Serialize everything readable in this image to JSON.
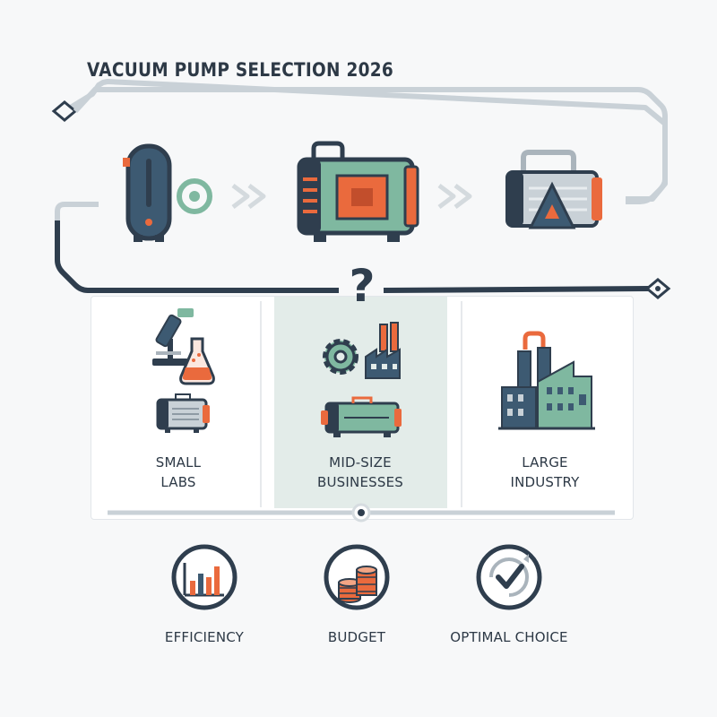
{
  "title": "VACUUM PUMP SELECTION 2026",
  "center_symbol": "?",
  "categories": [
    {
      "line1": "SMALL",
      "line2": "LABS"
    },
    {
      "line1": "MID-SIZE",
      "line2": "BUSINESSES"
    },
    {
      "line1": "LARGE",
      "line2": "INDUSTRY"
    }
  ],
  "factors": [
    {
      "label": "EFFICIENCY",
      "icon": "bar-chart-icon"
    },
    {
      "label": "BUDGET",
      "icon": "coins-icon"
    },
    {
      "label": "OPTIMAL CHOICE",
      "icon": "check-cycle-icon"
    }
  ],
  "colors": {
    "navy": "#2f3e4e",
    "slate": "#3d5a72",
    "green": "#7fb8a0",
    "orange": "#ea6a3d",
    "gray": "#c9d1d7",
    "highlight": "#e2ece9"
  }
}
